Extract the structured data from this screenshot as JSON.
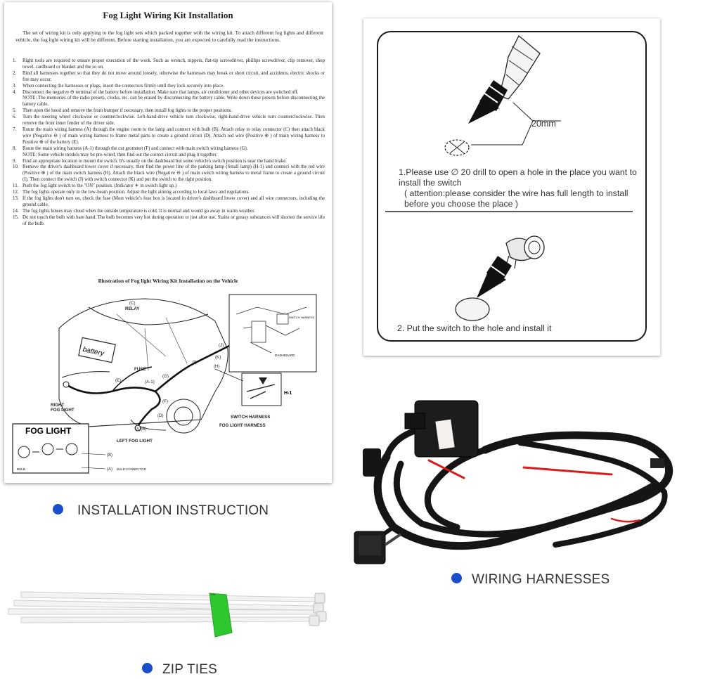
{
  "sheet": {
    "title": "Fog Light Wiring Kit Installation",
    "intro": "The set of wiring kit is only applying to the fog light sets which packed together with the wiring kit. To attach different fog lights and different vehicle, the fog light wiring kit will be different. Before starting installation, you are expected to carefully read the instructions.",
    "steps": [
      {
        "num": "1.",
        "text": "Right tools are required to ensure proper execution of the work. Such as wrench, nippers, flat-tip screwdriver, phillips screwdriver, clip remover, shop towel, cardboard or blanket and the so on."
      },
      {
        "num": "2.",
        "text": "Bind all harnesses together so that they do not move around loosely, otherwise the harnesses may break or short circuit, and accidents, electric shocks or fire may occur."
      },
      {
        "num": "3.",
        "text": "When connecting the harnesses or plugs, insert the connectors firmly until they lock securely into place."
      },
      {
        "num": "4.",
        "text": "Disconnect the negative ⊖ terminal of the battery before installation. Make sure that lamps, air conditioner and other devices are switched off.",
        "note": "NOTE: The memories of the radio presets, clocks, etc. can be erased by disconnecting the battery cable. Write down these presets before disconnecting the battery cable."
      },
      {
        "num": "5.",
        "text": "Then open the hood and remove the front bumper if necessary, then install fog lights to the proper positions."
      },
      {
        "num": "6.",
        "text": "Turn the steering wheel clockwise or counterclockwise. Left-hand-drive vehicle turn clockwise, right-hand-drive vehicle turn counterclockwise. Then remove the front inner fender of the driver side."
      },
      {
        "num": "7.",
        "text": "Route the main wiring harness (A) through the engine room to the lamp and connect with bulb (B). Attach relay to relay connector (C) then attach black wire (Negative ⊖ ) of main wiring harness to frame metal parts to create a ground circuit (D). Attach red wire (Positive ⊕ ) of main wiring harness to Positive ⊕ of the battery (E)."
      },
      {
        "num": "8.",
        "text": "Route the main wiring harness (A-1) through the cut grommet (F) and connect with main switch wiring harness (G).",
        "note": "NOTE: Some vehicle models may be pre-wired, then find out the correct circuit and plug it together."
      },
      {
        "num": "9.",
        "text": "Find an appropriate location to mount the switch. It's usually on the dashboard but some vehicle's switch position is near the hand brake."
      },
      {
        "num": "10.",
        "text": "Remove the driver's dashboard lower cover if necessary, then find the power line of the parking lamp (Small lamp) (H-1) and connect with the red wire (Positive ⊕ ) of the main switch harness (H). Attach the black wire (Negative ⊖ ) of main switch wiring harness to metal frame to create a ground circuit (I). Then connect the switch (J) with switch connector (K) and put the switch to the right position."
      },
      {
        "num": "11.",
        "text": "Push the fog light switch to the \"ON\" position. (Indicator ☀ in switch light up.)"
      },
      {
        "num": "12.",
        "text": "The fog lights operate only in the low-beam position. Adjust the light aiming according to local laws and regulations."
      },
      {
        "num": "13.",
        "text": "If the fog lights don't turn on, check the fuse (Most vehicle's fuse box is located in driver's dashboard lower cover) and all wire connectors, including the ground cable."
      },
      {
        "num": "14.",
        "text": "The fog lights lenses may cloud when the outside temperature is cold. It is normal and would go away in warm weather."
      },
      {
        "num": "15.",
        "text": "Do not touch the bulb with bare hand. The bulb becomes very hot during operation or just after use. Stains or greasy substances will shorten the service life of the bulb."
      }
    ],
    "diagram_title": "Illustration of Fog light Wiring Kit Installation on the Vehicle",
    "labels": {
      "c": "(C)",
      "relay": "RELAY",
      "battery": "battery",
      "fuse": "FUSE",
      "e": "(E)",
      "a1": "(A-1)",
      "g": "(G)",
      "f": "(F)",
      "d": "(D)",
      "ab": "(A)(B)",
      "i": "(I)",
      "j": "(J)",
      "k": "(K)",
      "h": "(H)",
      "h1": "H-1",
      "right_fog": "RIGHT\nFOG LIGHT",
      "right_fog_1": "RIGHT",
      "right_fog_2": "FOG LIGHT",
      "left_fog": "LEFT FOG LIGHT",
      "switch_harness": "SWITCH HARNESS",
      "fog_light_harness": "FOG LIGHT HARNESS",
      "fog_light": "FOG LIGHT",
      "bulb": "BULB",
      "b": "(B)",
      "a_bulb": "(A)",
      "bulb_connector": "BULB CONNECTOR",
      "dashboard": "DASHBOARD",
      "switch_harness_small": "SWITCH HARNESS"
    }
  },
  "card1": {
    "dimension": "20mm",
    "step1": "1.Please use ∅ 20 drill to open a hole in the place you want to install the switch",
    "step1_note": "( attention:please consider the wire has full length to install before you choose the place )",
    "step2": "2. Put the switch to the hole and install it"
  },
  "captions": {
    "installation": "INSTALLATION INSTRUCTION",
    "wiring": "WIRING HARNESSES",
    "zip": "ZIP TIES"
  },
  "colors": {
    "dot": "#1a4fcc",
    "tape": "#2ec82e",
    "wire_red": "#d81c1c"
  }
}
